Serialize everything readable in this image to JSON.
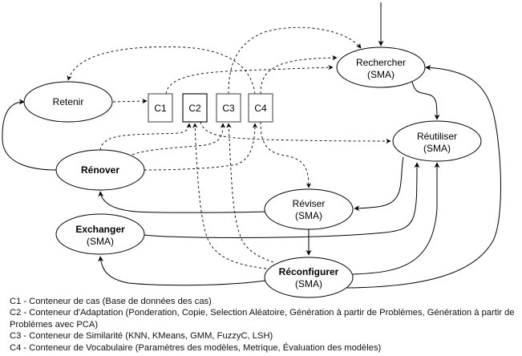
{
  "diagram": {
    "nodes": {
      "rechercher": {
        "line1": "Rechercher",
        "line2": "(SMA)"
      },
      "reutiliser": {
        "line1": "Réutiliser",
        "line2": "(SMA)"
      },
      "retenir": {
        "line1": "Retenir"
      },
      "renover": {
        "line1": "Rénover"
      },
      "reviser": {
        "line1": "Réviser",
        "line2": "(SMA)"
      },
      "exchanger": {
        "line1": "Exchanger",
        "line2": "(SMA)"
      },
      "reconfigurer": {
        "line1": "Réconfigurer",
        "line2": "(SMA)"
      },
      "c1": {
        "label": "C1"
      },
      "c2": {
        "label": "C2"
      },
      "c3": {
        "label": "C3"
      },
      "c4": {
        "label": "C4"
      }
    },
    "edges": [
      {
        "from": "external",
        "to": "rechercher",
        "style": "solid"
      },
      {
        "from": "rechercher",
        "to": "reutiliser",
        "style": "solid"
      },
      {
        "from": "reutiliser",
        "to": "reviser",
        "style": "solid"
      },
      {
        "from": "reviser",
        "to": "reconfigurer",
        "style": "solid"
      },
      {
        "from": "reviser",
        "to": "renover",
        "style": "solid"
      },
      {
        "from": "renover",
        "to": "retenir",
        "style": "solid"
      },
      {
        "from": "exchanger",
        "to": "reutiliser",
        "style": "solid"
      },
      {
        "from": "reconfigurer",
        "to": "exchanger",
        "style": "solid"
      },
      {
        "from": "reconfigurer",
        "to": "reutiliser",
        "style": "solid"
      },
      {
        "from": "reconfigurer",
        "to": "rechercher",
        "style": "solid"
      },
      {
        "from": "retenir",
        "to": "c1",
        "style": "dashed"
      },
      {
        "from": "c1",
        "to": "rechercher",
        "style": "dashed"
      },
      {
        "from": "c3",
        "to": "rechercher",
        "style": "dashed"
      },
      {
        "from": "c4",
        "to": "retenir",
        "style": "dashed"
      },
      {
        "from": "c4",
        "to": "rechercher",
        "style": "dashed"
      },
      {
        "from": "c2",
        "to": "reutiliser",
        "style": "dashed"
      },
      {
        "from": "c4",
        "to": "reviser",
        "style": "dashed"
      },
      {
        "from": "renover",
        "to": "c2",
        "style": "dashed"
      },
      {
        "from": "renover",
        "to": "c3",
        "style": "dashed"
      },
      {
        "from": "renover",
        "to": "c4",
        "style": "dashed"
      },
      {
        "from": "reconfigurer",
        "to": "c2",
        "style": "dashed"
      },
      {
        "from": "reconfigurer",
        "to": "c3",
        "style": "dashed"
      }
    ]
  },
  "legend": [
    "C1 - Conteneur de cas (Base de données des cas)",
    "C2 - Conteneur d'Adaptation (Ponderation, Copie, Selection Aléatoire, Génération à partir de Problèmes, Génération à partir de Problèmes avec PCA)",
    "C3 - Conteneur de Similarité (KNN, KMeans, GMM, FuzzyC, LSH)",
    "C4 - Conteneur de Vocabulaire (Paramètres des modèles, Metrique, Évaluation des modèles)"
  ]
}
